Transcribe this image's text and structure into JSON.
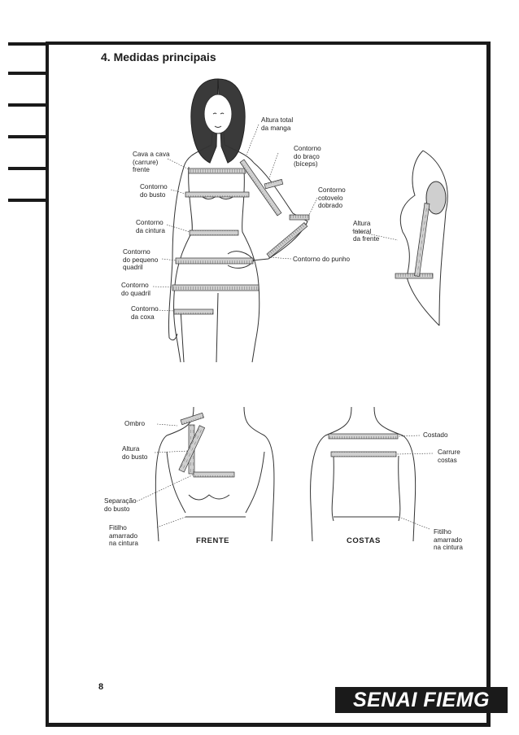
{
  "section_title": "4. Medidas principais",
  "page_number": "8",
  "logo_text": "SENAI FIEMG",
  "figure_top_labels": {
    "altura_manga": "Altura total\nda manga",
    "cava": "Cava a cava\n(carrure)\nfrente",
    "braco": "Contorno\ndo braço\n(bíceps)",
    "busto": "Contorno\ndo busto",
    "cotovelo": "Contorno\ncotovelo\ndobrado",
    "cintura": "Contorno\nda cintura",
    "lateral": "Altura\nlateral\nda frente",
    "pequeno_quadril": "Contorno\ndo pequeno\nquadril",
    "punho": "Contorno do punho",
    "quadril": "Contorno\ndo quadril",
    "coxa": "Contorno\nda coxa"
  },
  "figure_bottom_labels": {
    "ombro": "Ombro",
    "altura_busto": "Altura\ndo busto",
    "separacao": "Separação\ndo busto",
    "fitilho_frente": "Fitilho\namarrado\nna cintura",
    "frente": "FRENTE",
    "costas": "COSTAS",
    "costado": "Costado",
    "carrure_costas": "Carrure\ncostas",
    "fitilho_costas": "Fitilho\namarrado\nna cintura"
  }
}
